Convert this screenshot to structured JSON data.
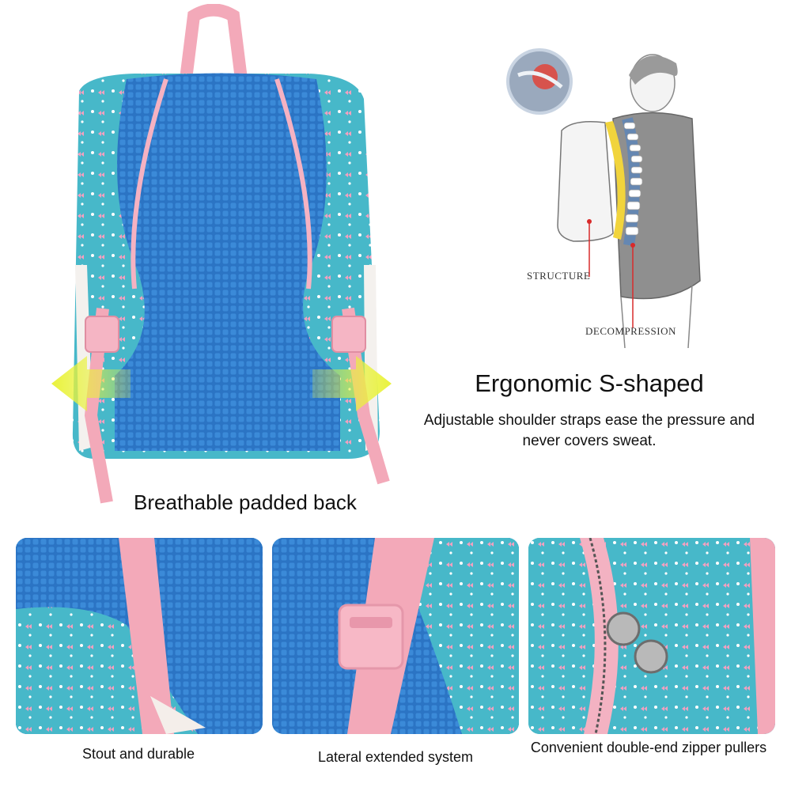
{
  "labels": {
    "structure": "STRUCTURE",
    "decompression": "DECOMPRESSION"
  },
  "feature": {
    "title": "Ergonomic S-shaped",
    "description": "Adjustable shoulder straps ease the pressure and never covers sweat."
  },
  "back_caption": "Breathable padded back",
  "details": [
    {
      "caption": "Stout and durable"
    },
    {
      "caption": "Lateral extended system"
    },
    {
      "caption": "Convenient double-end zipper pullers"
    }
  ],
  "colors": {
    "fabric": "#47b8c9",
    "mesh": "#2f7fd0",
    "strap_pink": "#f2a7b7",
    "arrow_yellow": "#e8f03a"
  }
}
